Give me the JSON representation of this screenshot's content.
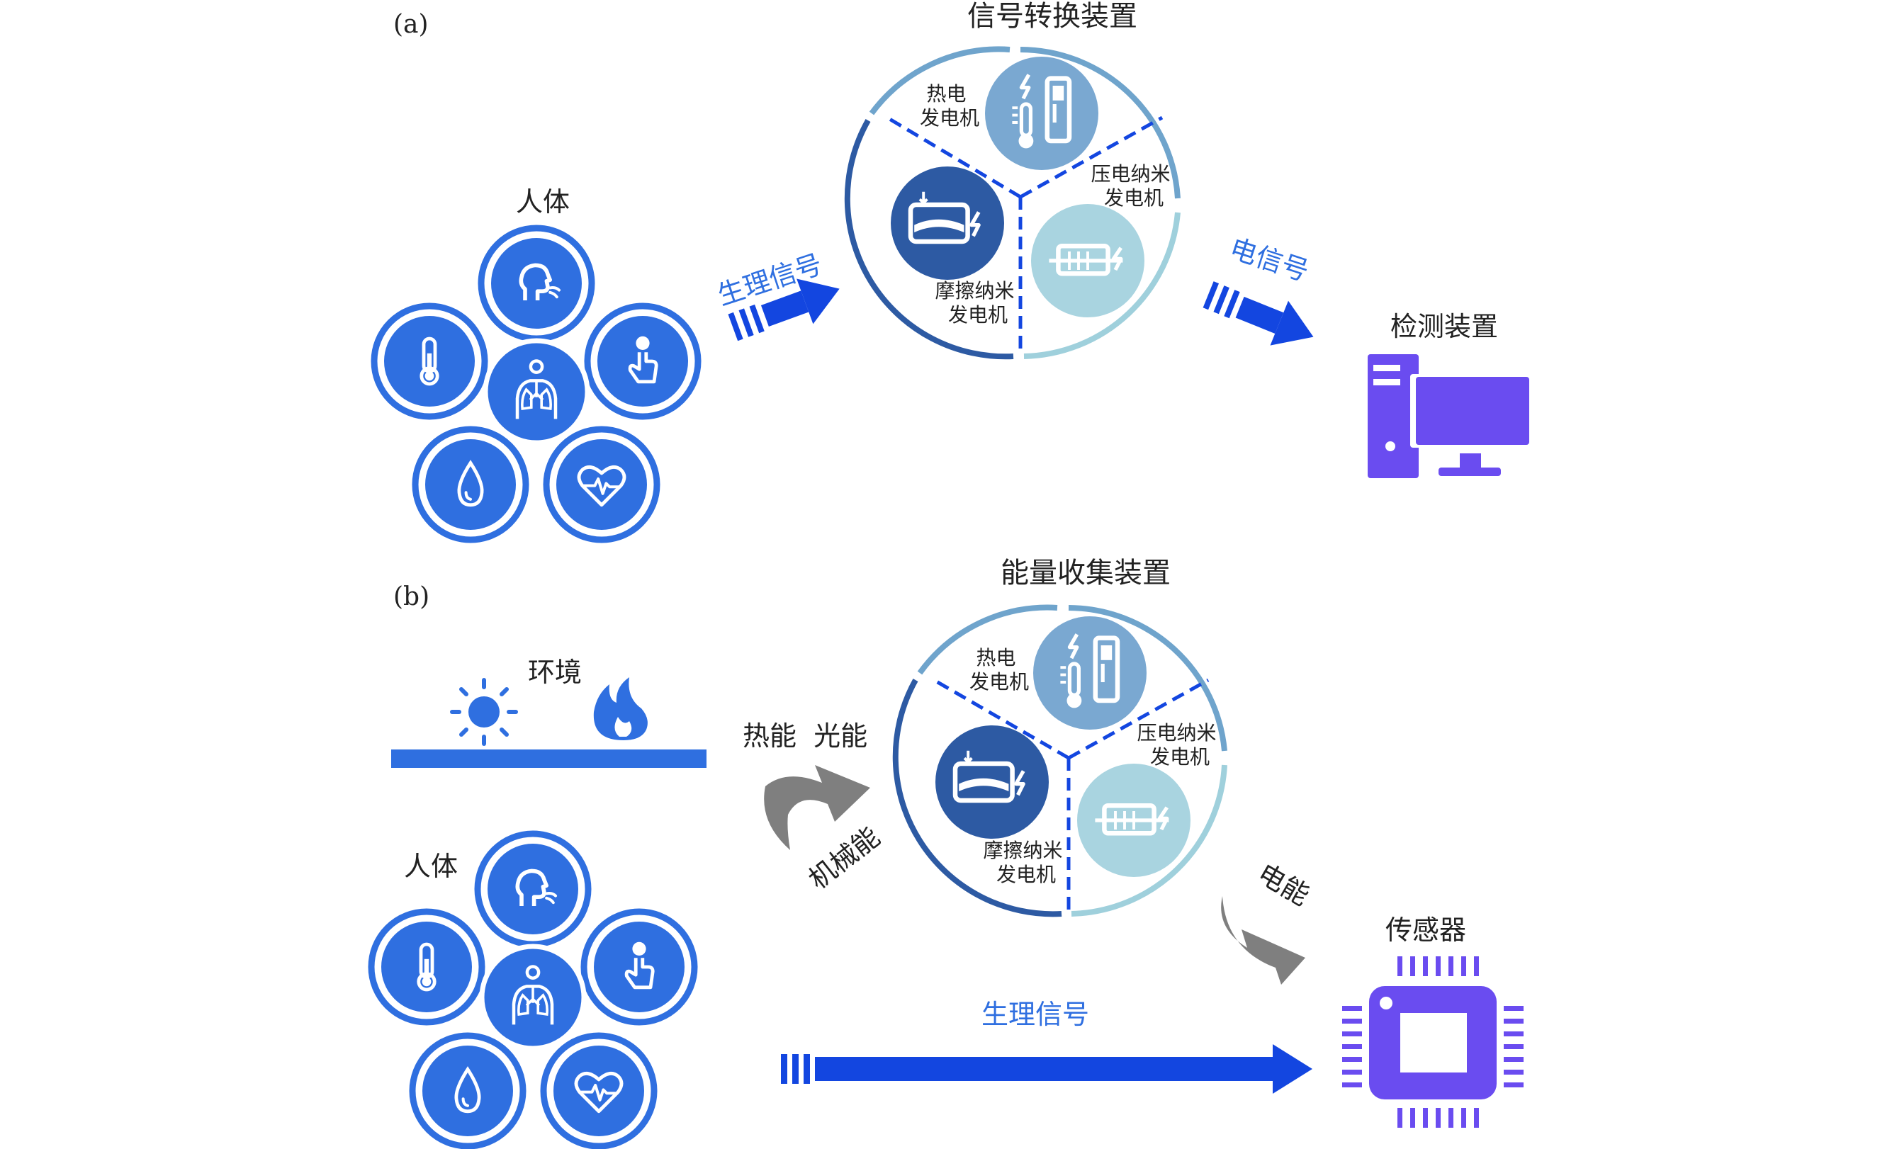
{
  "panel_a": {
    "label": "(a)",
    "human_title": "人体",
    "signal_out_label": "生理信号",
    "converter": {
      "title": "信号转换装置",
      "thermo": "热电发电机",
      "piezo": "压电纳米发电机",
      "tribo": "摩擦纳米发电机"
    },
    "electric_label": "电信号",
    "detector_title": "检测装置"
  },
  "panel_b": {
    "label": "(b)",
    "environment_title": "环境",
    "thermal_light": "热能  光能",
    "mechanical": "机械能",
    "human_title": "人体",
    "harvester": {
      "title": "能量收集装置",
      "thermo": "热电发电机",
      "piezo": "压电纳米发电机",
      "tribo": "摩擦纳米发电机"
    },
    "electric_energy": "电能",
    "physio_signal": "生理信号",
    "sensor_title": "传感器"
  },
  "colors": {
    "primary_blue": "#2f6fe0",
    "arrow_blue": "#1346e0",
    "dark_blue": "#2d5aa3",
    "mid_blue": "#7aa8d1",
    "light_blue": "#a9d4e0",
    "purple": "#6a4cf0",
    "gray_arrow": "#7f7f7f"
  },
  "icons": [
    "breath-icon",
    "thermometer-icon",
    "touch-icon",
    "drop-icon",
    "heart-icon",
    "lungs-icon",
    "sun-icon",
    "flame-icon",
    "computer-icon",
    "chip-icon"
  ]
}
